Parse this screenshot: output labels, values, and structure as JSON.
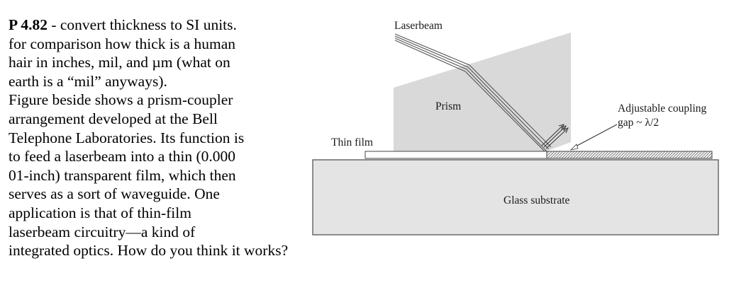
{
  "problem": {
    "number": "P 4.82",
    "lines": [
      " - convert thickness to SI units.",
      "for comparison how thick is a human",
      "hair in inches, mil, and µm  (what on",
      "earth is a “mil” anyways).",
      "Figure beside shows a prism-coupler",
      "arrangement developed at the Bell",
      "Telephone Laboratories. Its function is",
      "to feed a laserbeam into a thin (0.000",
      "01-inch) transparent film, which then",
      "serves as a sort of waveguide. One",
      "application is that of thin-film",
      "laserbeam circuitry—a kind of",
      "integrated optics. How do you think it works?"
    ]
  },
  "figure": {
    "labels": {
      "laserbeam": "Laserbeam",
      "prism": "Prism",
      "thin_film": "Thin film",
      "gap_line1": "Adjustable coupling",
      "gap_line2": "gap ~ λ/2",
      "substrate": "Glass substrate"
    },
    "colors": {
      "prism_fill": "#d9d9d9",
      "substrate_fill": "#e4e4e4",
      "outline": "#555555"
    }
  }
}
